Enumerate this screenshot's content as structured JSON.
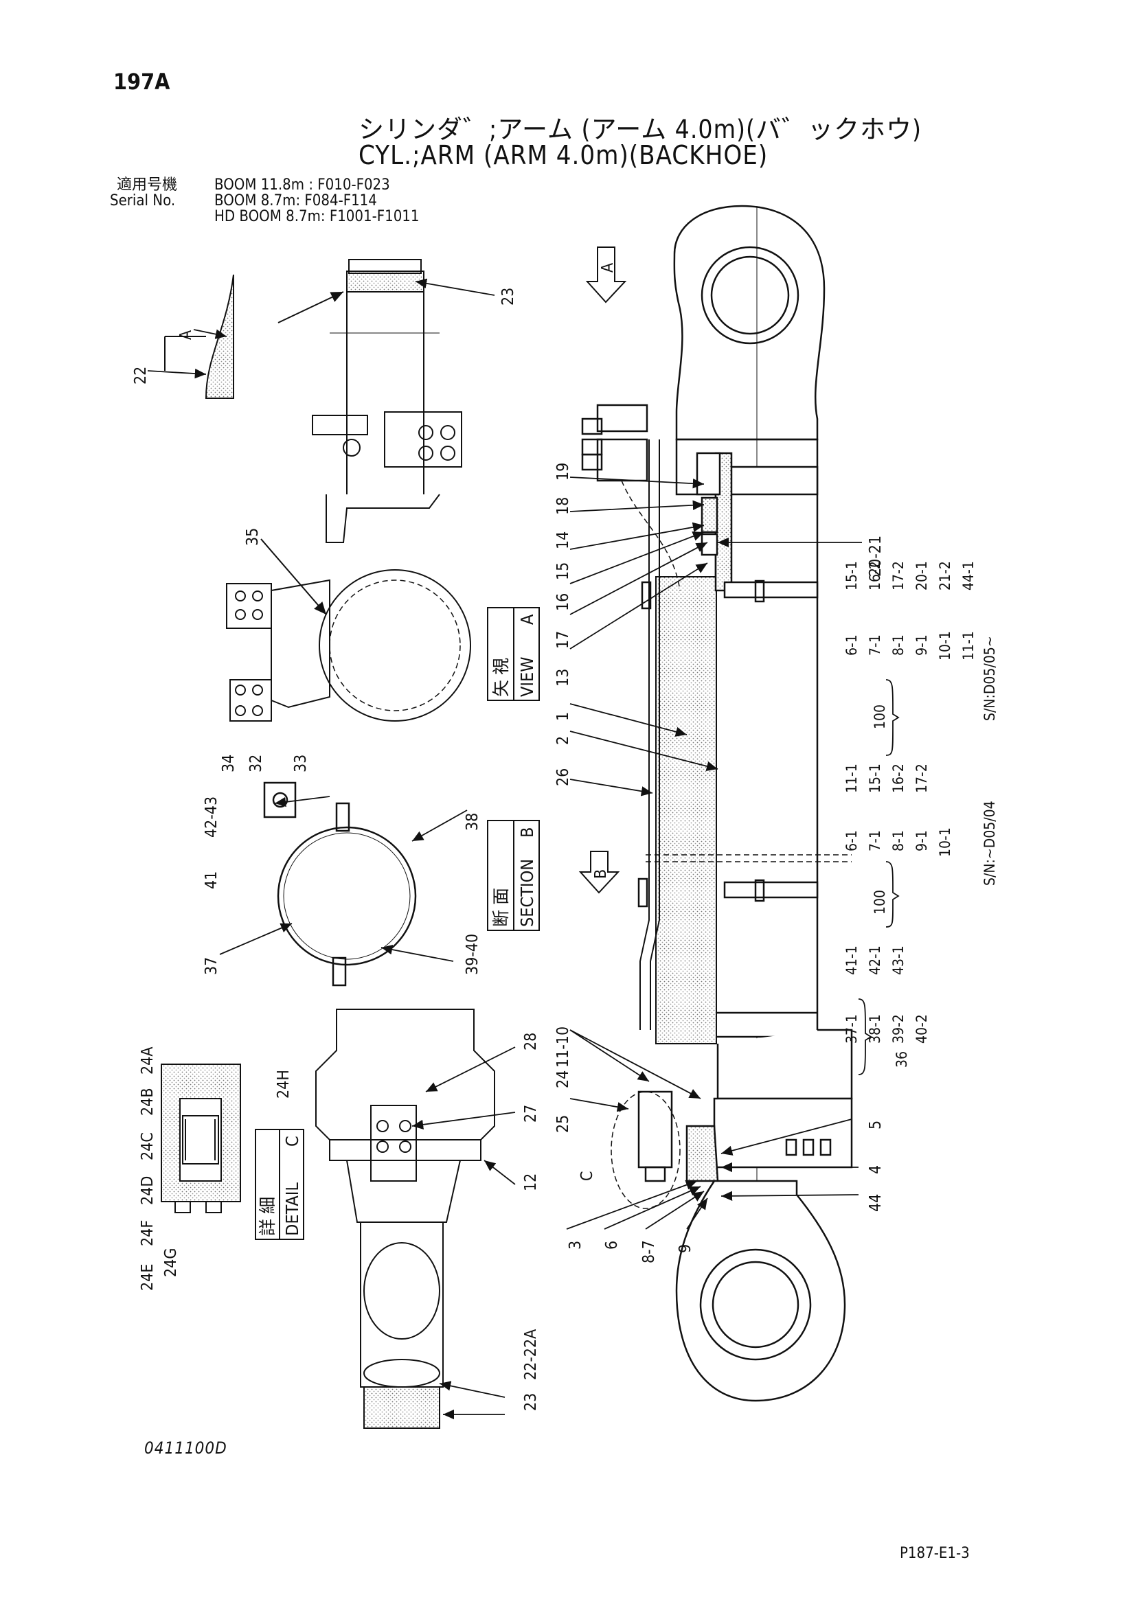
{
  "header": {
    "page_number": "197A",
    "title_jp": "シリンダ゛;アーム (アーム 4.0m)(バ゛ックホウ)",
    "title_en": "CYL.;ARM (ARM 4.0m)(BACKHOE)"
  },
  "applicability": {
    "label_jp": "適用号機",
    "label_en": "Serial No.",
    "rows": [
      "BOOM 11.8m  : F010-F023",
      "BOOM 8.7m: F084-F114",
      "HD BOOM 8.7m: F1001-F1011"
    ]
  },
  "view_labels": {
    "view_a": {
      "jp": "矢 視",
      "en": "VIEW",
      "letter": "A"
    },
    "section_b": {
      "jp": "断 面",
      "en": "SECTION",
      "letter": "B"
    },
    "detail_c": {
      "jp": "詳 細",
      "en": "DETAIL",
      "letter": "C"
    },
    "arrow_a": "A",
    "arrow_b": "B",
    "detail_c_callout": "C",
    "view_a_inset": "A"
  },
  "callouts": {
    "c22": "22",
    "c23_top": "23",
    "c35": "35",
    "c34": "34",
    "c32": "32",
    "c33": "33",
    "c4243": "42-43",
    "c41": "41",
    "c38": "38",
    "c37": "37",
    "c3940": "39-40",
    "c28": "28",
    "c27": "27",
    "c12": "12",
    "c24A": "24A",
    "c24B": "24B",
    "c24C": "24C",
    "c24D": "24D",
    "c24F": "24F",
    "c24E": "24E",
    "c24G": "24G",
    "c24H": "24H",
    "c23_bot": "23",
    "c2222A": "22-22A",
    "c19": "19",
    "c18": "18",
    "c14": "14",
    "c15": "15",
    "c16": "16",
    "c17": "17",
    "c13": "13",
    "c2021": "20-21",
    "c1": "1",
    "c2": "2",
    "c26": "26",
    "c25": "25",
    "c24": "24",
    "c1110": "11-10",
    "c5": "5",
    "c4": "4",
    "c44": "44",
    "c3": "3",
    "c6": "6",
    "c87": "8-7",
    "c9": "9"
  },
  "kit_tables": {
    "new": {
      "code": "100",
      "serial": "S/N:D05/05~",
      "cols": [
        [
          "6-1",
          "7-1",
          "8-1",
          "9-1",
          "10-1",
          "11-1"
        ],
        [
          "15-1",
          "16-2",
          "17-2",
          "20-1",
          "21-2",
          "44-1"
        ]
      ]
    },
    "old": {
      "code": "100",
      "serial": "S/N:~D05/04",
      "cols": [
        [
          "6-1",
          "7-1",
          "8-1",
          "9-1",
          "10-1"
        ],
        [
          "11-1",
          "15-1",
          "16-2",
          "17-2"
        ]
      ]
    },
    "clamp": {
      "code": "36",
      "cols": [
        [
          "37-1",
          "38-1",
          "39-2",
          "40-2"
        ],
        [
          "41-1",
          "42-1",
          "43-1"
        ]
      ]
    }
  },
  "footer": {
    "drawing_code": "0411100D",
    "page_code": "P187-E1-3"
  }
}
